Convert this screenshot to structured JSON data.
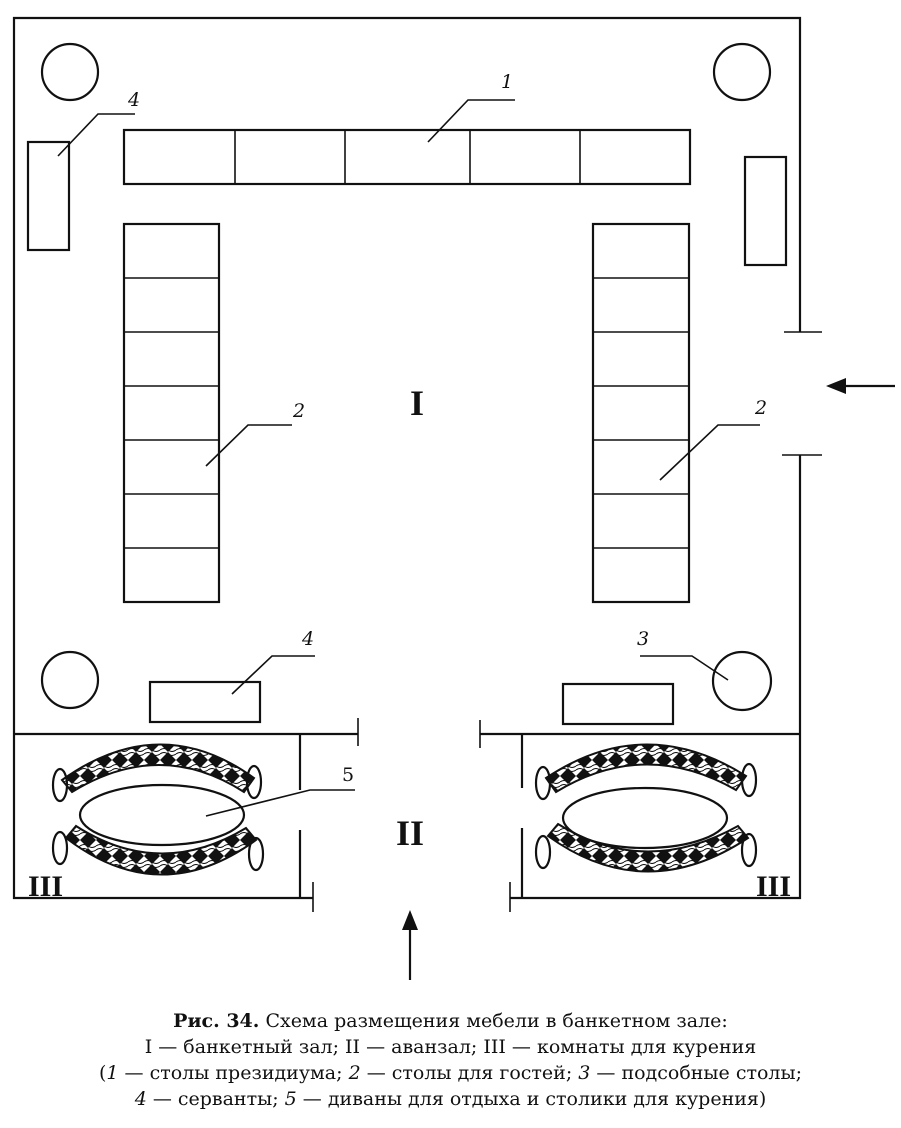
{
  "zones": {
    "hall": "I",
    "anteroom": "II",
    "smoking_left": "III",
    "smoking_right": "III"
  },
  "callouts": {
    "presidium": "1",
    "guests_left": "2",
    "guests_right": "2",
    "aux_table": "3",
    "sideboard_top": "4",
    "sideboard_bottom": "4",
    "sofas": "5"
  },
  "caption": {
    "fig_label": "Рис. 34.",
    "title": "Схема размещения мебели в банкетном зале:",
    "line2": "I — банкетный зал; II — аванзал;  III — комнаты для курения",
    "l3_open": "(",
    "l3_n1": "1",
    "l3_t1": " — столы президиума; ",
    "l3_n2": "2",
    "l3_t2": " — столы для гостей; ",
    "l3_n3": "3",
    "l3_t3": " — подсобные столы;",
    "l4_n4": "4",
    "l4_t4": " — серванты; ",
    "l4_n5": "5",
    "l4_t5": " — диваны для отдыха и столики для курения)"
  }
}
